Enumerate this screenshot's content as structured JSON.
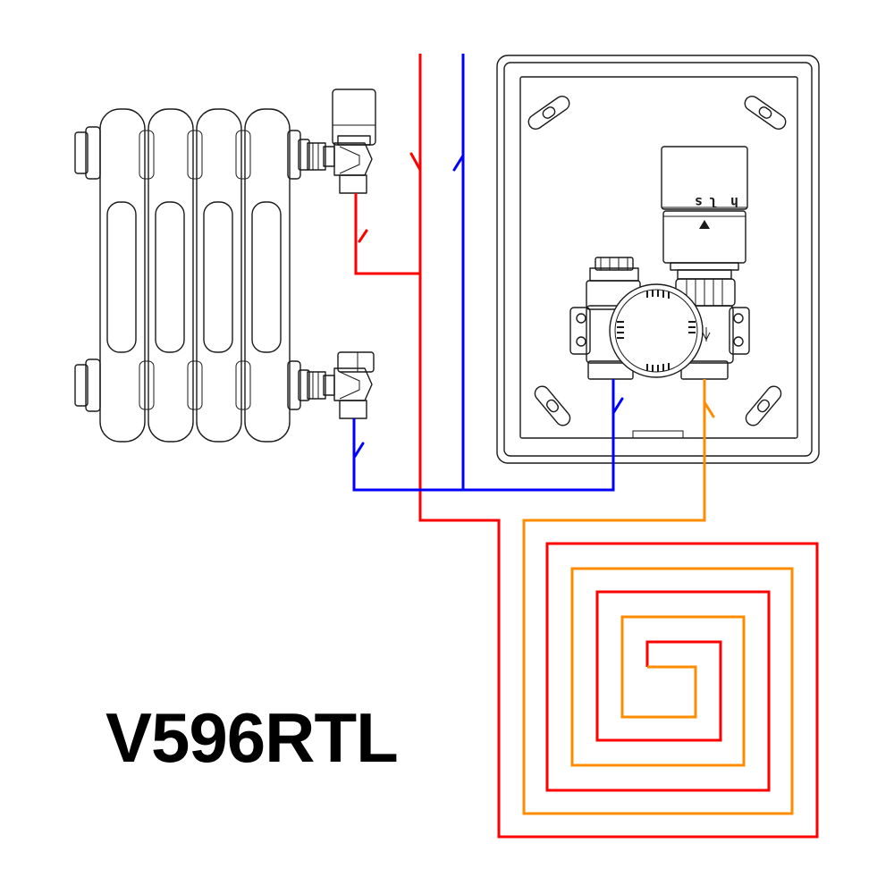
{
  "model": "V596RTL",
  "thermostat": {
    "scale_1": "h",
    "scale_2": "l",
    "scale_3": "s"
  },
  "colors": {
    "supply": "#ff0000",
    "return": "#0000ff",
    "floor_return": "#ff8c00",
    "ink": "#1a1a1a"
  }
}
